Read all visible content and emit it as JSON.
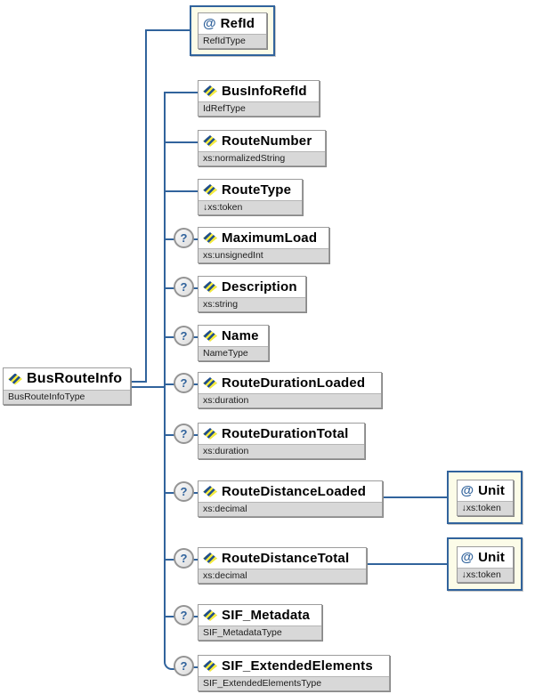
{
  "diagram": {
    "attribute_symbol": "@",
    "optional_marker": "?",
    "root": {
      "name": "BusRouteInfo",
      "type": "BusRouteInfoType"
    },
    "root_attribute": {
      "name": "RefId",
      "type": "RefIdType"
    },
    "children": [
      {
        "name": "BusInfoRefId",
        "type": "IdRefType",
        "optional": false
      },
      {
        "name": "RouteNumber",
        "type": "xs:normalizedString",
        "optional": false
      },
      {
        "name": "RouteType",
        "type": "↓xs:token",
        "optional": false
      },
      {
        "name": "MaximumLoad",
        "type": "xs:unsignedInt",
        "optional": true
      },
      {
        "name": "Description",
        "type": "xs:string",
        "optional": true
      },
      {
        "name": "Name",
        "type": "NameType",
        "optional": true
      },
      {
        "name": "RouteDurationLoaded",
        "type": "xs:duration",
        "optional": true
      },
      {
        "name": "RouteDurationTotal",
        "type": "xs:duration",
        "optional": true
      },
      {
        "name": "RouteDistanceLoaded",
        "type": "xs:decimal",
        "optional": true,
        "attribute": {
          "name": "Unit",
          "type": "↓xs:token"
        }
      },
      {
        "name": "RouteDistanceTotal",
        "type": "xs:decimal",
        "optional": true,
        "attribute": {
          "name": "Unit",
          "type": "↓xs:token"
        }
      },
      {
        "name": "SIF_Metadata",
        "type": "SIF_MetadataType",
        "optional": true
      },
      {
        "name": "SIF_ExtendedElements",
        "type": "SIF_ExtendedElementsType",
        "optional": true
      }
    ],
    "colors": {
      "connector_blue": "#31639c",
      "attribute_box_fill": "#fcfce8",
      "type_strip_gray": "#d8d8d8",
      "box_border_gray": "#9c9c9c",
      "icon_navy": "#1f4e8c",
      "icon_yellow": "#f3ea3d"
    }
  }
}
